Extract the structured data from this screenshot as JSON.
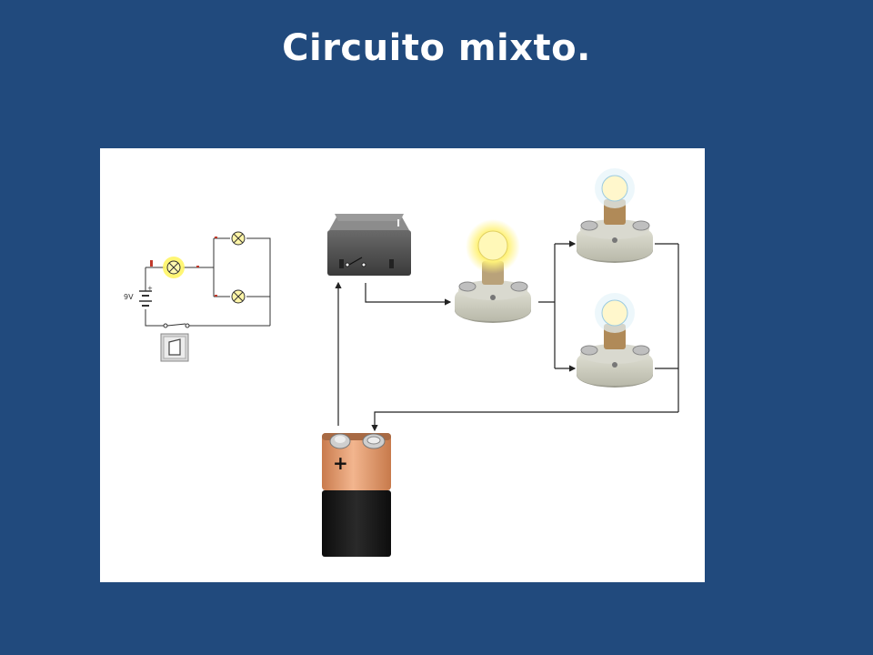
{
  "slide": {
    "title": "Circuito mixto."
  },
  "schematic": {
    "battery_label": "9V",
    "battery_plus": "+"
  },
  "battery_3d": {
    "plus_sign": "+"
  },
  "switch_3d": {
    "on_mark": "I"
  },
  "colors": {
    "background": "#214a7d",
    "panel": "#ffffff",
    "wire": "#222222",
    "bulb_glow": "#fff27a",
    "battery_top": "#e39a6b",
    "battery_body": "#1a1a1a"
  }
}
